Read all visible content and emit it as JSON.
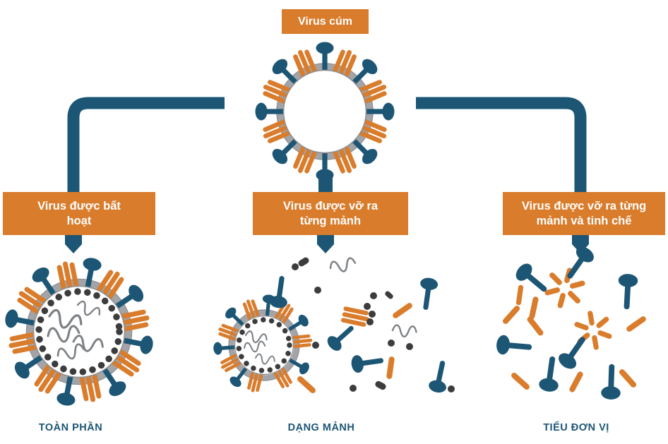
{
  "root": {
    "title": "Virus cúm"
  },
  "branches": [
    {
      "id": "whole",
      "process_label": "Virus được bất hoạt",
      "process_lines": [
        "Virus được bất",
        "hoạt"
      ],
      "result_label": "TOÀN PHẦN",
      "illustration": "inactivated-whole-virion-with-rna"
    },
    {
      "id": "split",
      "process_label": "Virus được vỡ ra từng mảnh",
      "process_lines": [
        "Virus được vỡ ra",
        "từng mảnh"
      ],
      "result_label": "DẠNG MẢNH",
      "illustration": "disrupted-virion-with-fragments"
    },
    {
      "id": "subunit",
      "process_label": "Virus được vỡ ra từng mảnh và tinh chế",
      "process_lines": [
        "Virus được vỡ ra từng",
        "mảnh và tinh chế"
      ],
      "result_label": "TIỂU ĐƠN VỊ",
      "illustration": "purified-surface-antigens"
    }
  ],
  "icons": {
    "top_virus": "influenza-virion-icon",
    "down_arrow": "down-arrow-icon",
    "hemagglutinin": "orange-spike-cluster",
    "neuraminidase": "blue-mushroom-spike",
    "rna": "gray-squiggle-strand",
    "rosette": "orange-antigen-rosette"
  },
  "colors": {
    "orange": "#D97C2C",
    "blue": "#1C5674",
    "membrane": "#A2A4A7",
    "membrane_edge": "#8F9194",
    "bead": "#3C3C3C",
    "rna": "#7E8286"
  }
}
